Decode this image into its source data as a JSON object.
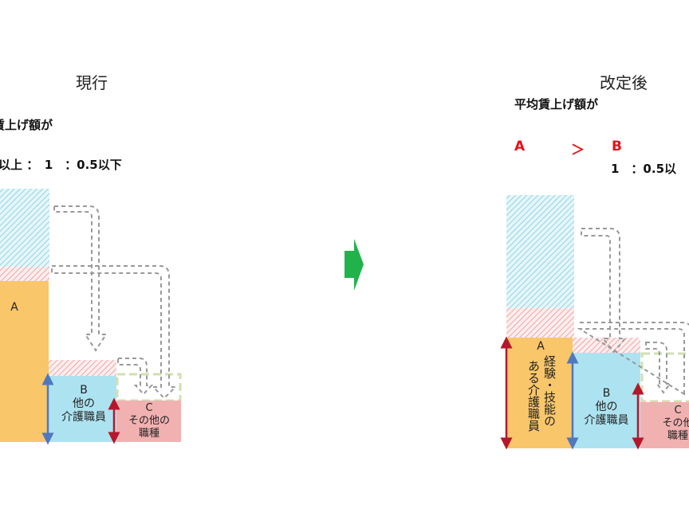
{
  "current": {
    "title": "現行",
    "line1": "賃上げ額が",
    "ratio": "以上 ：　1　：0.5以下",
    "a_label": "A",
    "b_label": "B",
    "b_desc1": "他の",
    "b_desc2": "介護職員",
    "c_label": "C",
    "c_desc1": "その他の",
    "c_desc2": "職種"
  },
  "revised": {
    "title": "改定後",
    "line1": "平均賃上げ額が",
    "compare_a": "A",
    "compare_op": "＞",
    "compare_b": "B",
    "ratio": "1　：0.5以",
    "a_label": "A",
    "a_desc_col1": "経験・技能の",
    "a_desc_col2": "ある介護職員",
    "b_label": "B",
    "b_desc1": "他の",
    "b_desc2": "介護職員",
    "c_label": "C",
    "c_desc1": "その他",
    "c_desc2": "職種"
  },
  "colors": {
    "a_fill": "#f9c66a",
    "b_fill": "#ade3f0",
    "c_fill": "#f2b1b1",
    "transition_arrow": "#22b24c"
  }
}
